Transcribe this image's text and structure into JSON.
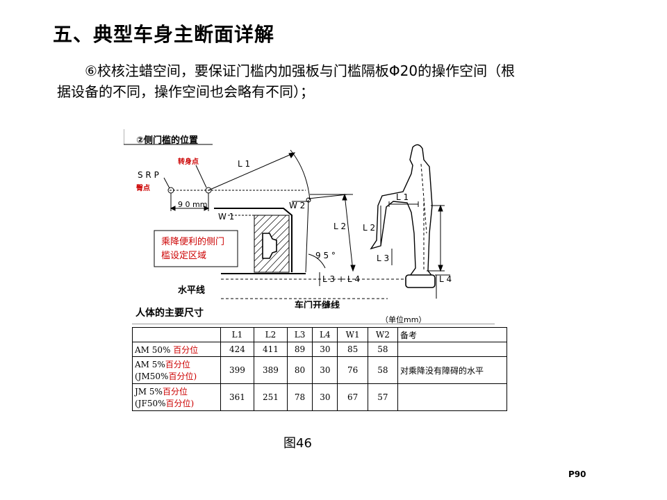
{
  "slide": {
    "title": "五、典型车身主断面详解",
    "para_line1": "⑥校核注蜡空间，要保证门槛内加强板与门槛隔板Φ20的操作空间（根",
    "para_line2": "据设备的不同，操作空间也会略有不同）；",
    "figure_caption": "图46",
    "page_number": "P90"
  },
  "diagram": {
    "section_label": "②侧门槛的位置",
    "pivot_point": "转身点",
    "srp": "S R P",
    "hip_point": "臀点",
    "dim_90": "9 0 mm",
    "l1": "L 1",
    "w1": "W 1",
    "w2": "W 2",
    "l2": "L 2",
    "angle": "9 5 °",
    "l3_l4": "L 3 + L 4",
    "box_line1": "乘降便利的侧门",
    "box_line2": "槛设定区域",
    "horizontal_line": "水平线",
    "door_line": "车门开缝线",
    "fig_l1": "L 1",
    "fig_l2": "L 2",
    "fig_l3": "L 3",
    "fig_l4": "L 4",
    "colors": {
      "red_text": "#cc0000",
      "line": "#000000"
    }
  },
  "dims_table": {
    "title": "人体的主要尺寸",
    "unit": "（单位mm）",
    "headers": [
      "",
      "L1",
      "L2",
      "L3",
      "L4",
      "W1",
      "W2",
      "备考"
    ],
    "rows": [
      {
        "label_a": "AM 50%",
        "label_b": "百分位",
        "label_c": "",
        "label_d": "",
        "values": [
          "424",
          "411",
          "89",
          "30",
          "85",
          "58"
        ],
        "note": ""
      },
      {
        "label_a": "AM 5%",
        "label_b": "百分位",
        "label_c": "(JM50%",
        "label_d": "百分位)",
        "values": [
          "399",
          "389",
          "80",
          "30",
          "76",
          "58"
        ],
        "note": "对乘降没有障碍的水平"
      },
      {
        "label_a": "JM 5%",
        "label_b": "百分位",
        "label_c": "(JF50%",
        "label_d": "百分位)",
        "values": [
          "361",
          "251",
          "78",
          "30",
          "67",
          "57"
        ],
        "note": ""
      }
    ]
  }
}
